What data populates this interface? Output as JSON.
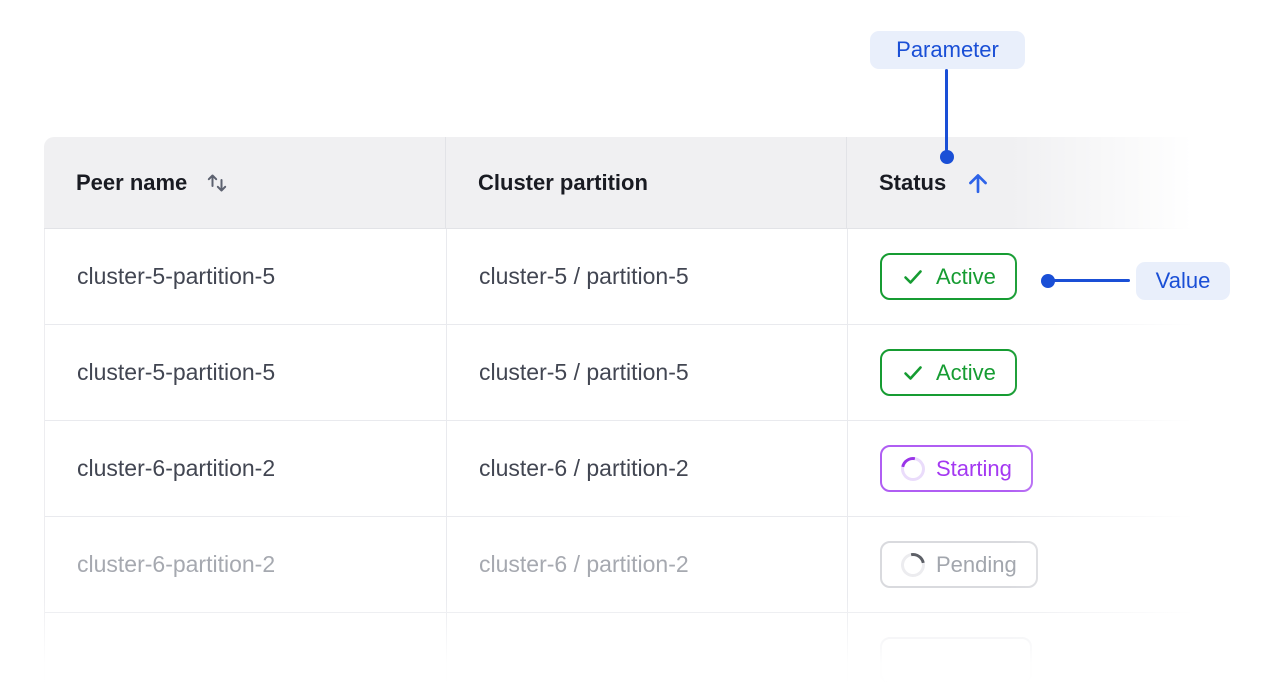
{
  "callouts": {
    "parameter_label": "Parameter",
    "value_label": "Value"
  },
  "table": {
    "columns": [
      {
        "label": "Peer name",
        "sort": "sortable"
      },
      {
        "label": "Cluster partition",
        "sort": "none"
      },
      {
        "label": "Status",
        "sort": "ascending"
      }
    ],
    "rows": [
      {
        "peer_name": "cluster-5-partition-5",
        "cluster_partition": "cluster-5 / partition-5",
        "status": {
          "label": "Active",
          "type": "active"
        },
        "faded": false
      },
      {
        "peer_name": "cluster-5-partition-5",
        "cluster_partition": "cluster-5 / partition-5",
        "status": {
          "label": "Active",
          "type": "active"
        },
        "faded": false
      },
      {
        "peer_name": "cluster-6-partition-2",
        "cluster_partition": "cluster-6 / partition-2",
        "status": {
          "label": "Starting",
          "type": "starting"
        },
        "faded": false
      },
      {
        "peer_name": "cluster-6-partition-2",
        "cluster_partition": "cluster-6 / partition-2",
        "status": {
          "label": "Pending",
          "type": "pending"
        },
        "faded": true
      },
      {
        "peer_name": "",
        "cluster_partition": "",
        "status": {
          "label": "",
          "type": "ghost"
        },
        "faded": true
      }
    ]
  },
  "colors": {
    "accent": "#1a4fd6",
    "pill-bg": "#e9effb",
    "arrow-blue": "#2e63e8",
    "green": "#169c32",
    "purple": "#a438f2",
    "purple-border": "#b05ef3",
    "purple-arc": "#9a35e8",
    "purple-track": "#eadcfb",
    "pending-border": "#d9dade",
    "pending-text": "#a2a6ad",
    "pending-arc": "#5d6067",
    "pending-track": "#ececef",
    "ghost-border": "#e9eaee",
    "header-bg": "#f0f0f2",
    "header-text": "#191b22",
    "header-border": "#e2e3e7",
    "row-border": "#e9eaee",
    "cell-text": "#424652",
    "faded-text": "#a6a9b0",
    "sort-icon": "#5d6270"
  }
}
